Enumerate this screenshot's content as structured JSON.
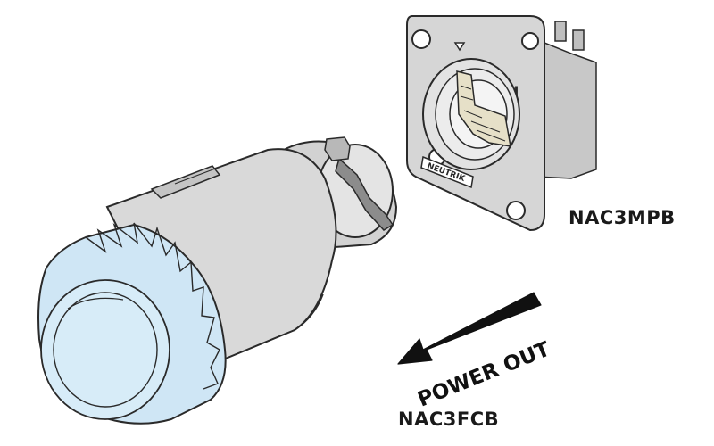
{
  "labels": {
    "plug_model": "NAC3FCB",
    "socket_model": "NAC3MPB",
    "flow_text": "POWER OUT",
    "socket_brand": "NEUTRIK"
  },
  "icons": {
    "direction": "arrow-left-down-icon"
  },
  "colors": {
    "outline": "#2a2a2a",
    "body_fill": "#d9d9d9",
    "body_shade": "#c4c4c4",
    "cap_fill": "#cfe6f5",
    "flange_fill": "#d6d6d6",
    "arrow_fill": "#111111"
  }
}
